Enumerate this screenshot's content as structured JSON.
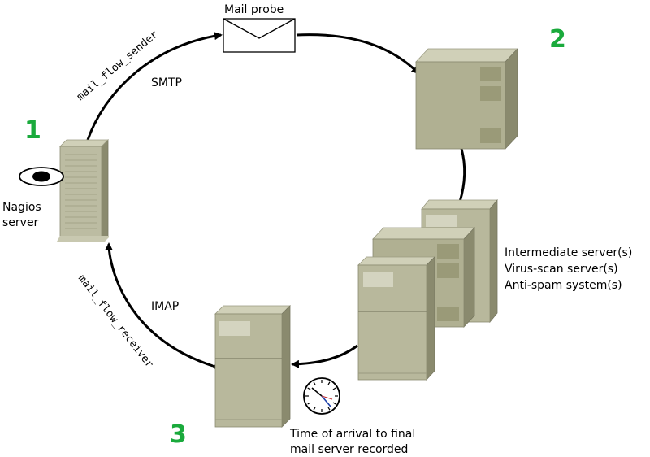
{
  "nodes": {
    "nagios": {
      "number": "1",
      "label_lines": [
        "Nagios",
        "server"
      ]
    },
    "mail_server": {
      "number": "2"
    },
    "final_server": {
      "number": "3"
    }
  },
  "labels": {
    "mail_probe": "Mail probe",
    "smtp": "SMTP",
    "imap": "IMAP",
    "mail_flow_sender": "mail_flow_sender",
    "mail_flow_receiver": "mail_flow_receiver",
    "intermediate_lines": [
      "Intermediate server(s)",
      "Virus-scan server(s)",
      "Anti-spam system(s)"
    ],
    "arrival_lines": [
      "Time of arrival to final",
      "mail server recorded"
    ]
  },
  "colors": {
    "number": "#1aaa3c",
    "server_front": "#b8b89c",
    "server_side": "#8a8a6e",
    "server_top": "#d0d0b8",
    "server_panel": "#9a9a78"
  }
}
